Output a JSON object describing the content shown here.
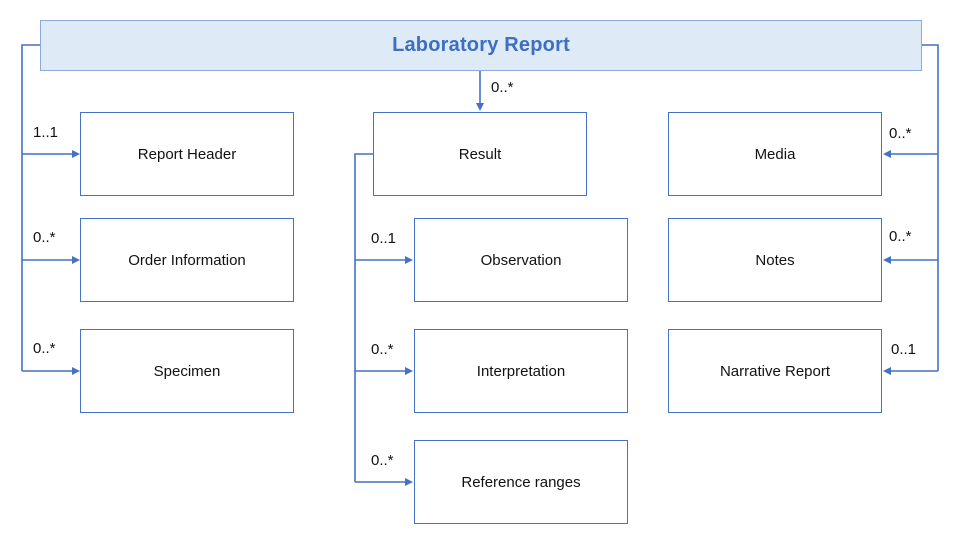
{
  "title": "Laboratory Report",
  "colors": {
    "connector_line": "#4472c4",
    "box_border": "#4472c4",
    "header_fill": "#deebf7",
    "header_border": "#8eaadb",
    "title_text": "#3d6ec0",
    "label_text": "#111111"
  },
  "nodes": {
    "laboratory_report": {
      "label": "Laboratory Report"
    },
    "report_header": {
      "label": "Report Header"
    },
    "order_information": {
      "label": "Order Information"
    },
    "specimen": {
      "label": "Specimen"
    },
    "result": {
      "label": "Result"
    },
    "observation": {
      "label": "Observation"
    },
    "interpretation": {
      "label": "Interpretation"
    },
    "reference_ranges": {
      "label": "Reference ranges"
    },
    "media": {
      "label": "Media"
    },
    "notes": {
      "label": "Notes"
    },
    "narrative_report": {
      "label": "Narrative Report"
    }
  },
  "cardinalities": {
    "report_header": "1..1",
    "order_information": "0..*",
    "specimen": "0..*",
    "result": "0..*",
    "observation": "0..1",
    "interpretation": "0..*",
    "reference_ranges": "0..*",
    "media": "0..*",
    "notes": "0..*",
    "narrative_report": "0..1"
  }
}
